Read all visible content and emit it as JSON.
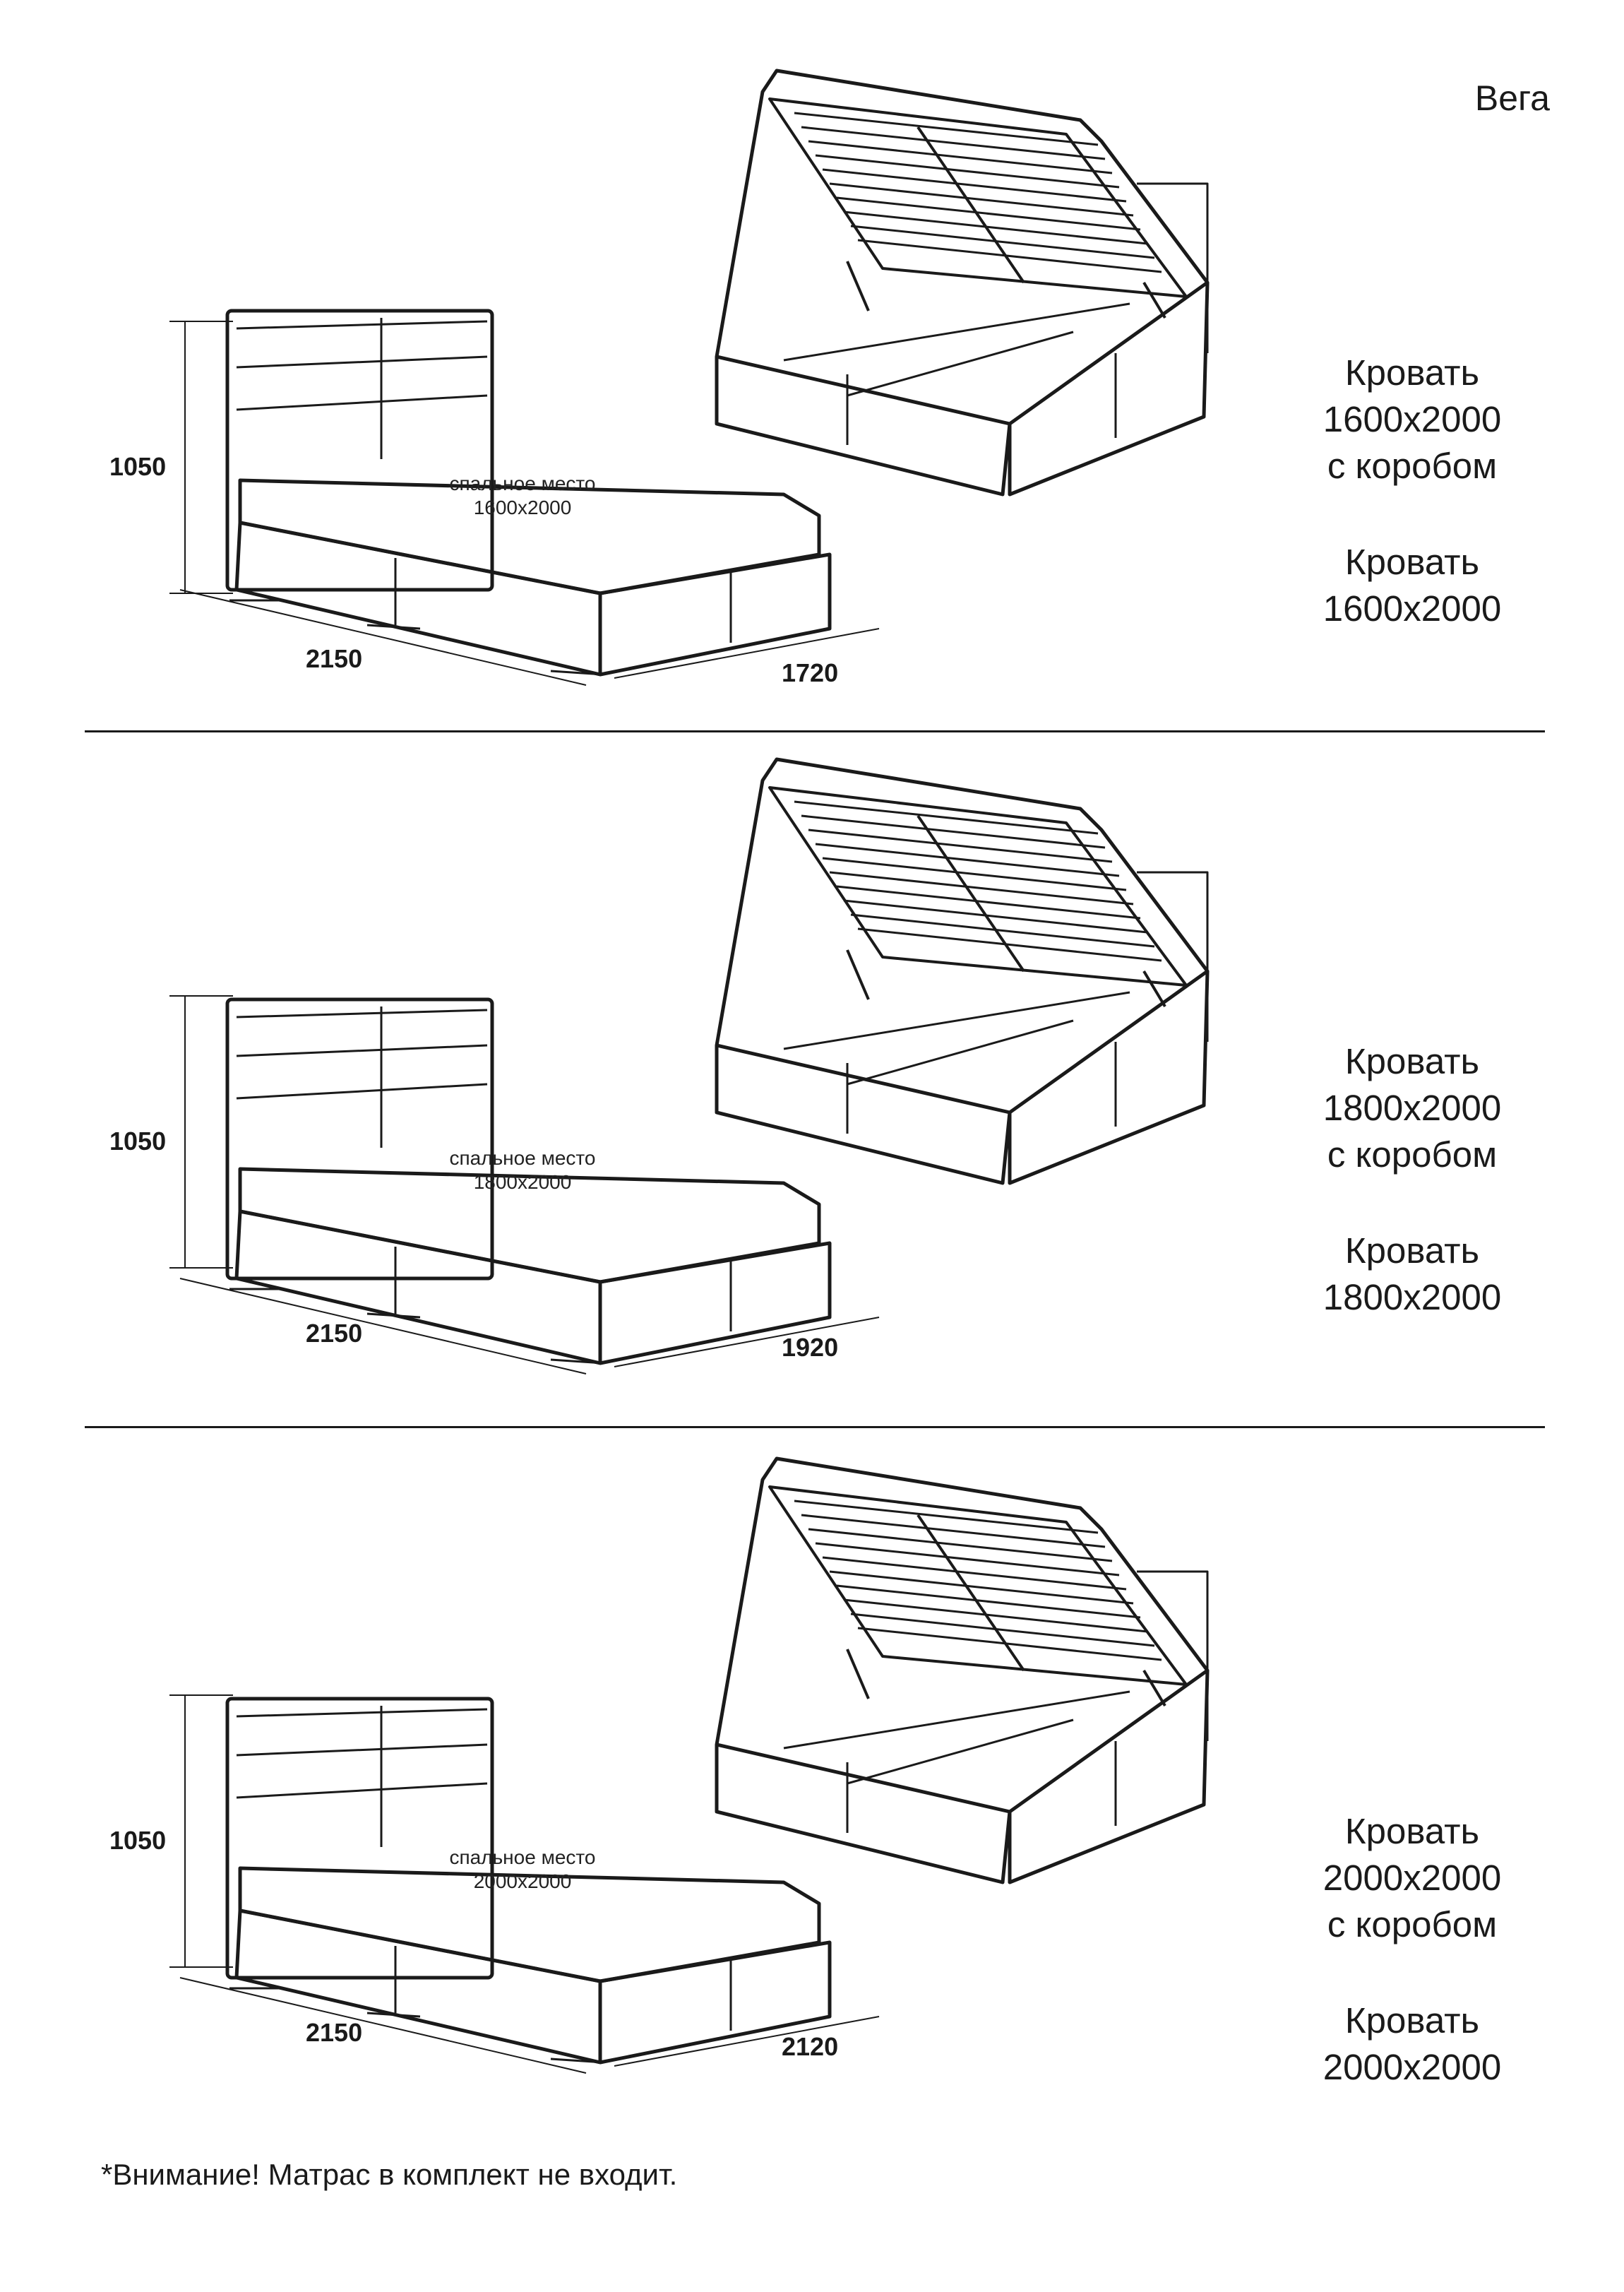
{
  "model": "Вега",
  "sections": [
    {
      "height_dim": "1050",
      "length_dim": "2150",
      "width_dim": "1720",
      "sleep_label": "спальное место",
      "sleep_size": "1600x2000",
      "lift_title": "Кровать",
      "lift_size": "1600x2000",
      "lift_suffix": "с коробом",
      "plain_title": "Кровать",
      "plain_size": "1600x2000"
    },
    {
      "height_dim": "1050",
      "length_dim": "2150",
      "width_dim": "1920",
      "sleep_label": "спальное место",
      "sleep_size": "1800x2000",
      "lift_title": "Кровать",
      "lift_size": "1800x2000",
      "lift_suffix": "с коробом",
      "plain_title": "Кровать",
      "plain_size": "1800x2000"
    },
    {
      "height_dim": "1050",
      "length_dim": "2150",
      "width_dim": "2120",
      "sleep_label": "спальное место",
      "sleep_size": "2000x2000",
      "lift_title": "Кровать",
      "lift_size": "2000x2000",
      "lift_suffix": "с коробом",
      "plain_title": "Кровать",
      "plain_size": "2000x2000"
    }
  ],
  "footnote": "*Внимание! Матрас в комплект не входит.",
  "icons": [
    "bed-with-headboard-drawing",
    "lift-storage-bed-drawing"
  ]
}
